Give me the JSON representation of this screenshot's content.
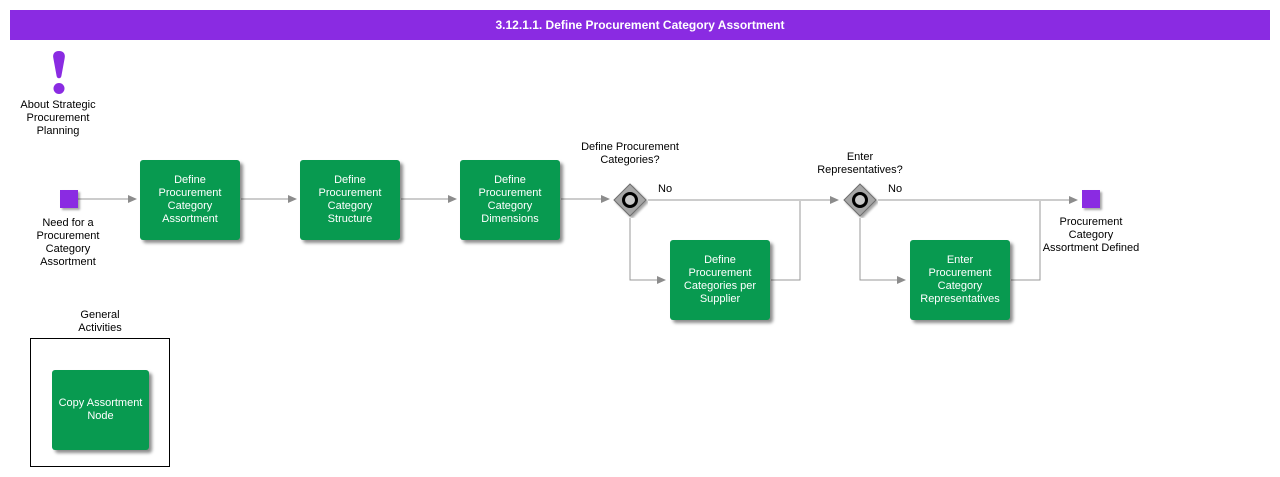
{
  "header": {
    "title": "3.12.1.1. Define Procurement Category Assortment"
  },
  "colors": {
    "purple": "#8a2be2",
    "green": "#089a50",
    "line": "#999999"
  },
  "annotations": {
    "about": {
      "label": "About Strategic Procurement Planning"
    }
  },
  "events": {
    "start": {
      "label": "Need for a Procurement Category Assortment"
    },
    "end": {
      "label": "Procurement Category Assortment Defined"
    }
  },
  "tasks": {
    "define_assortment": {
      "label": "Define Procurement Category Assortment"
    },
    "define_structure": {
      "label": "Define Procurement Category Structure"
    },
    "define_dimensions": {
      "label": "Define Procurement Category Dimensions"
    },
    "categories_per_supplier": {
      "label": "Define Procurement Categories per Supplier"
    },
    "enter_representatives": {
      "label": "Enter Procurement Category Representatives"
    },
    "copy_assortment_node": {
      "label": "Copy Assortment Node"
    }
  },
  "gateways": {
    "define_categories": {
      "label": "Define Procurement Categories?",
      "branch_label": "No"
    },
    "enter_representatives": {
      "label": "Enter Representatives?",
      "branch_label": "No"
    }
  },
  "groups": {
    "general_activities": {
      "label": "General Activities"
    }
  }
}
